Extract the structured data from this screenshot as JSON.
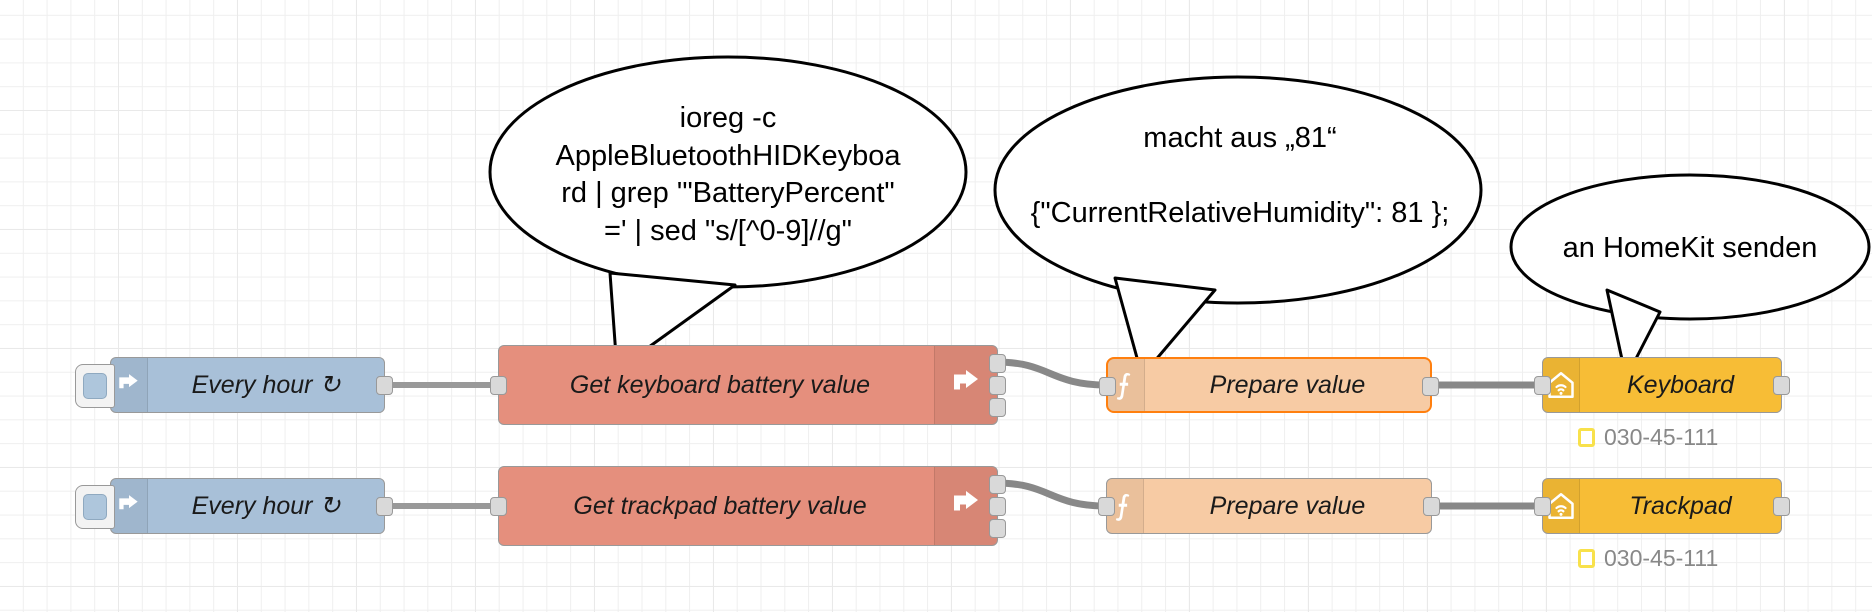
{
  "app": {
    "name": "Node-RED flow editor",
    "canvas_background": "#ffffff",
    "grid_color": "#e9e9e9"
  },
  "annotations": [
    {
      "id": "exec-command-bubble",
      "text": "ioreg -c\nAppleBluetoothHIDKeyboa\nrd | grep '\"BatteryPercent\"\n=' | sed \"s/[^0-9]//g\"",
      "points_to": "Get keyboard battery value"
    },
    {
      "id": "function-bubble",
      "text": "macht aus „81“\n\n{\"CurrentRelativeHumidity\": 81 };",
      "points_to": "Prepare value"
    },
    {
      "id": "homekit-bubble",
      "text": "an HomeKit senden",
      "points_to": "Keyboard"
    }
  ],
  "flows": [
    {
      "row": 1,
      "nodes": [
        {
          "type": "inject",
          "name": "inject-node-every-hour",
          "label": "Every hour ↻",
          "color": "#a8c0d8",
          "icon": "arrow-right-icon",
          "has_button": true,
          "inputs": 0,
          "outputs": 1
        },
        {
          "type": "exec",
          "name": "exec-node-get-keyboard-battery",
          "label": "Get keyboard battery value",
          "color": "#e58f7d",
          "icon": "arrow-right-solid-icon",
          "icon_side": "right",
          "inputs": 1,
          "outputs": 3
        },
        {
          "type": "function",
          "name": "function-node-prepare-value-keyboard",
          "label": "Prepare value",
          "color": "#f7cba4",
          "icon": "function-f-icon",
          "selected": true,
          "inputs": 1,
          "outputs": 1
        },
        {
          "type": "homekit",
          "name": "homekit-node-keyboard",
          "label": "Keyboard",
          "color": "#f7bd36",
          "icon": "homekit-house-icon",
          "status": "030-45-111",
          "status_color": "#f8e14b",
          "inputs": 1,
          "outputs": 1
        }
      ]
    },
    {
      "row": 2,
      "nodes": [
        {
          "type": "inject",
          "name": "inject-node-every-hour-2",
          "label": "Every hour ↻",
          "color": "#a8c0d8",
          "icon": "arrow-right-icon",
          "has_button": true,
          "inputs": 0,
          "outputs": 1
        },
        {
          "type": "exec",
          "name": "exec-node-get-trackpad-battery",
          "label": "Get trackpad battery value",
          "color": "#e58f7d",
          "icon": "arrow-right-solid-icon",
          "icon_side": "right",
          "inputs": 1,
          "outputs": 3
        },
        {
          "type": "function",
          "name": "function-node-prepare-value-trackpad",
          "label": "Prepare value",
          "color": "#f7cba4",
          "icon": "function-f-icon",
          "selected": false,
          "inputs": 1,
          "outputs": 1
        },
        {
          "type": "homekit",
          "name": "homekit-node-trackpad",
          "label": "Trackpad",
          "color": "#f7bd36",
          "icon": "homekit-house-icon",
          "status": "030-45-111",
          "status_color": "#f8e14b",
          "inputs": 1,
          "outputs": 1
        }
      ]
    }
  ]
}
